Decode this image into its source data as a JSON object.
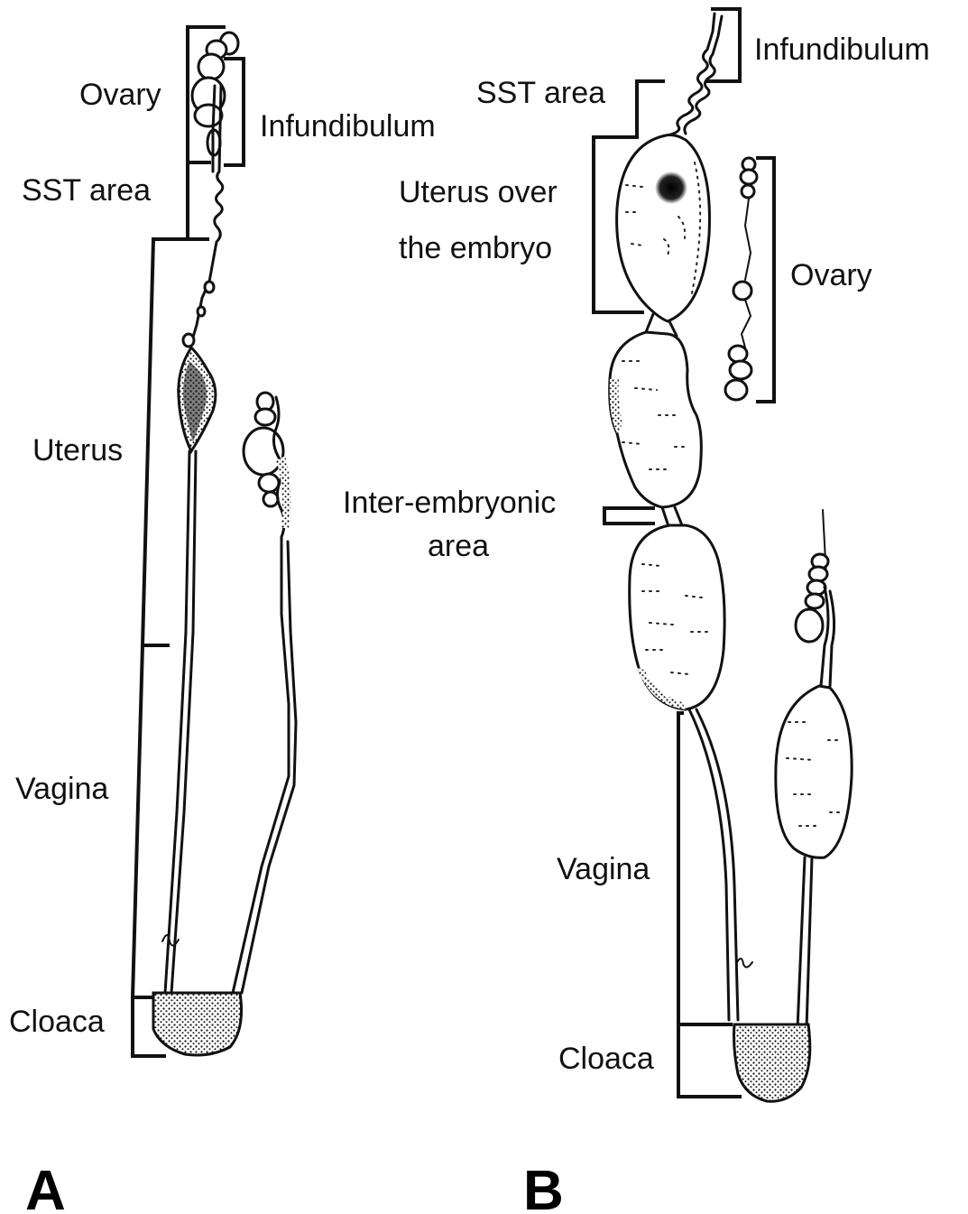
{
  "panel_a": {
    "letter": "A",
    "labels": {
      "ovary": "Ovary",
      "infundibulum": "Infundibulum",
      "sst_area": "SST area",
      "uterus": "Uterus",
      "vagina": "Vagina",
      "cloaca": "Cloaca"
    }
  },
  "panel_b": {
    "letter": "B",
    "labels": {
      "infundibulum": "Infundibulum",
      "sst_area": "SST area",
      "uterus_line1": "Uterus over",
      "uterus_line2": "the embryo",
      "ovary": "Ovary",
      "inter_line1": "Inter-embryonic",
      "inter_line2": "area",
      "vagina": "Vagina",
      "cloaca": "Cloaca"
    }
  },
  "colors": {
    "ink": "#111111",
    "background": "#ffffff"
  }
}
